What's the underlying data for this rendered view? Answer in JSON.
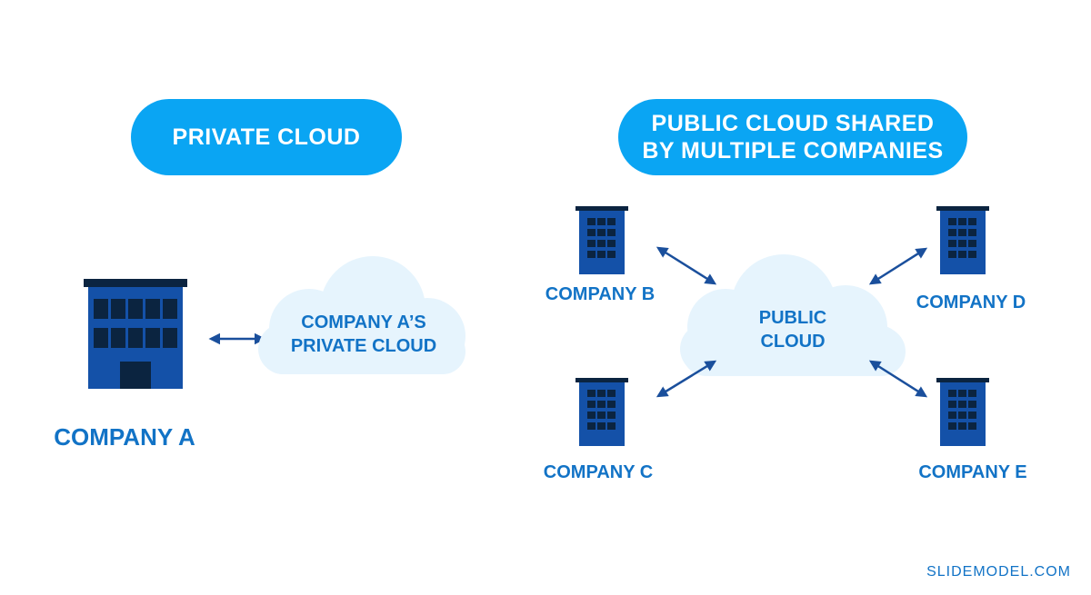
{
  "private": {
    "title": "PRIVATE CLOUD",
    "company_label": "COMPANY A",
    "cloud_line1": "COMPANY A’S",
    "cloud_line2": "PRIVATE CLOUD"
  },
  "public": {
    "title_line1": "PUBLIC CLOUD SHARED",
    "title_line2": "BY MULTIPLE COMPANIES",
    "cloud_line1": "PUBLIC",
    "cloud_line2": "CLOUD",
    "companies": {
      "b": "COMPANY B",
      "c": "COMPANY C",
      "d": "COMPANY D",
      "e": "COMPANY E"
    }
  },
  "watermark": "SLIDEMODEL.COM",
  "colors": {
    "pill": "#0aa5f3",
    "text_blue": "#1273c6",
    "building": "#1451a8",
    "building_dark": "#0b2440",
    "cloud": "#e6f4fd",
    "arrow": "#1a4f9c"
  },
  "icons": [
    "building-icon",
    "cloud-icon",
    "double-arrow-icon"
  ]
}
